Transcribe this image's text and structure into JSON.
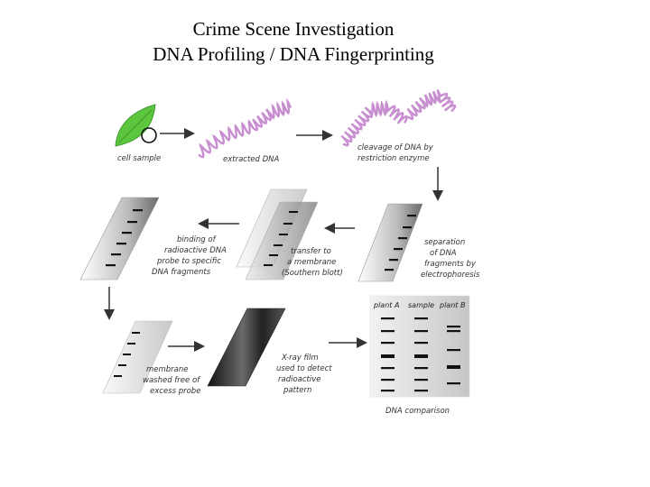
{
  "title": {
    "line1": "Crime Scene Investigation",
    "line2": "DNA Profiling / DNA Fingerprinting"
  },
  "labels": {
    "cell_sample": "cell sample",
    "extracted_dna": "extracted DNA",
    "cleavage": [
      "cleavage of DNA by",
      "restriction enzyme"
    ],
    "separation": [
      "separation",
      "of DNA",
      "fragments by",
      "electrophoresis"
    ],
    "transfer": [
      "transfer to",
      "a membrane",
      "(Southern blott)"
    ],
    "binding": [
      "binding of",
      "radioactive DNA",
      "probe to specific",
      "DNA fragments"
    ],
    "membrane": [
      "membrane",
      "washed free of",
      "excess probe"
    ],
    "xray": [
      "X-ray film",
      "used to detect",
      "radioactive",
      "pattern"
    ],
    "comparison": "DNA comparison"
  },
  "columns": [
    "plant A",
    "sample",
    "plant B"
  ],
  "colors": {
    "dna": "#c88fd0",
    "leaf": "#5cc63f",
    "arrow": "#333333",
    "gel_dark": "#6f6f6f",
    "band": "#111111"
  }
}
